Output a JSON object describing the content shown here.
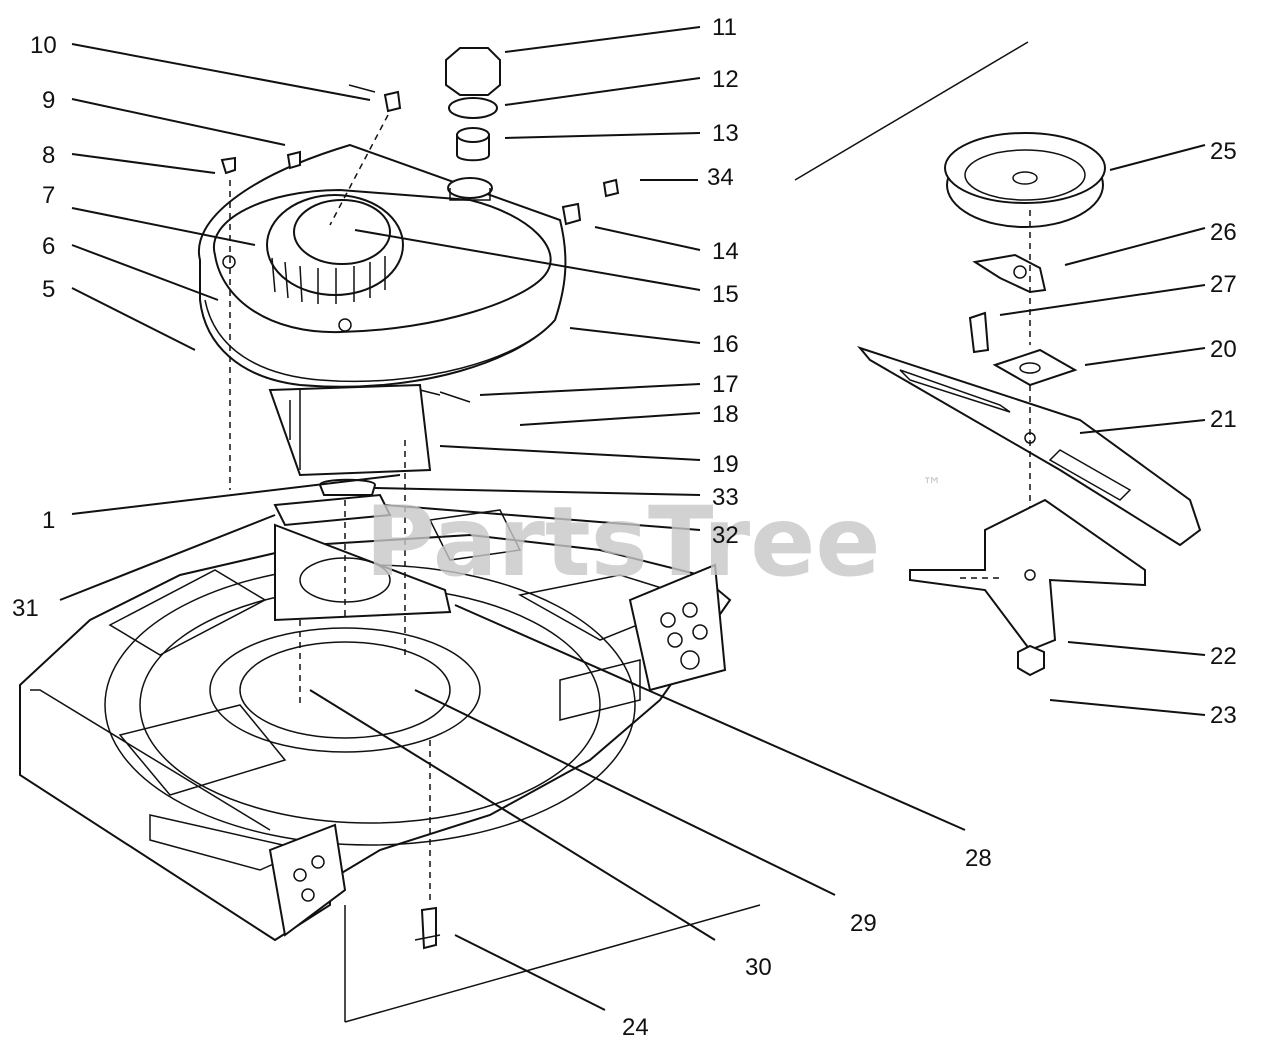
{
  "watermark": {
    "text": "PartsTree",
    "trademark": "™"
  },
  "callouts": {
    "c1": "1",
    "c5": "5",
    "c6": "6",
    "c7": "7",
    "c8": "8",
    "c9": "9",
    "c10": "10",
    "c11": "11",
    "c12": "12",
    "c13": "13",
    "c14": "14",
    "c15": "15",
    "c16": "16",
    "c17": "17",
    "c18": "18",
    "c19": "19",
    "c20": "20",
    "c21": "21",
    "c22": "22",
    "c23": "23",
    "c24": "24",
    "c25": "25",
    "c26": "26",
    "c27": "27",
    "c28": "28",
    "c29": "29",
    "c30": "30",
    "c31": "31",
    "c32": "32",
    "c33": "33",
    "c34": "34"
  }
}
